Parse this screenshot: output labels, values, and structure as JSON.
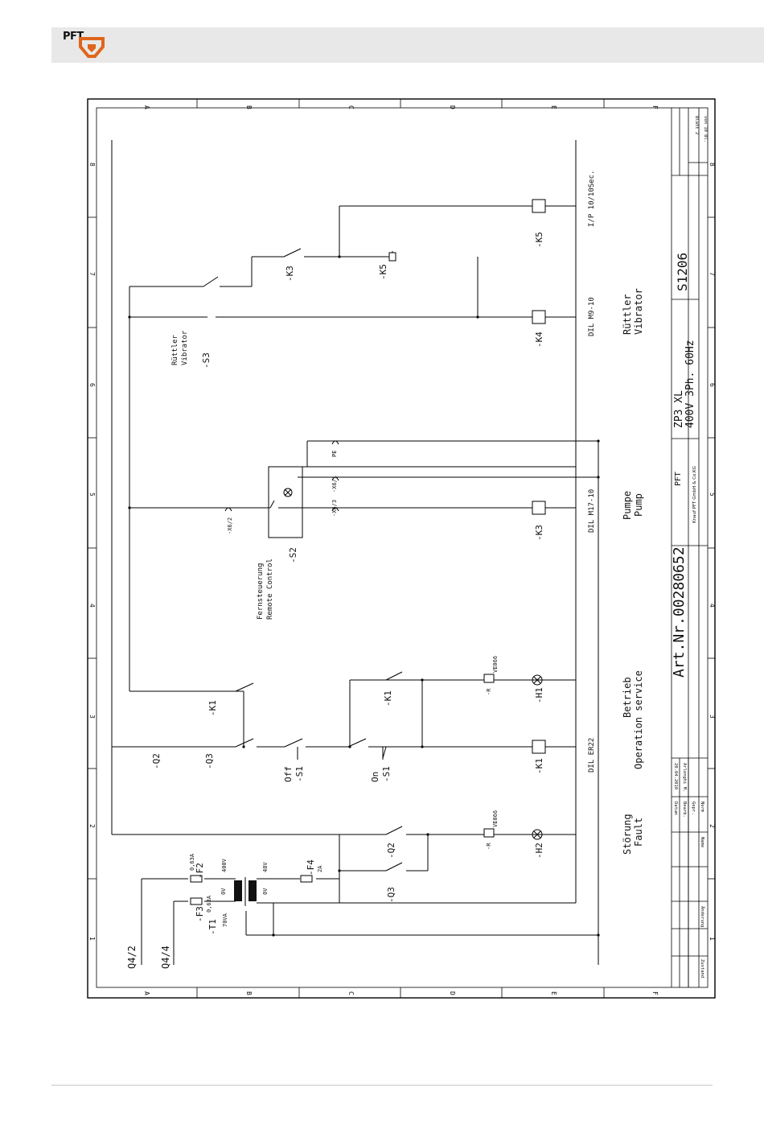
{
  "header": {
    "logo_text": "PFT"
  },
  "frame": {
    "columns": [
      "A",
      "B",
      "C",
      "D",
      "E",
      "F"
    ],
    "rows": [
      "1",
      "2",
      "3",
      "4",
      "5",
      "6",
      "7",
      "8"
    ]
  },
  "inputs": {
    "q42": "Q4/2",
    "q44": "Q4/4"
  },
  "components": {
    "f2": "-F2",
    "f2_rating": "0,63A",
    "f3": "-F3",
    "f3_rating": "0,63A",
    "t1": "-T1",
    "t1_power": "70VA",
    "t1_primary": "400V",
    "t1_secondary": "48V",
    "t1_zero_a": "0V",
    "t1_zero_b": "0V",
    "f4": "-F4",
    "f4_rating": "2A",
    "q3_lower": "-Q3",
    "q2_lower": "-Q2",
    "h2": "-H2",
    "r_h2": "-R",
    "r_h2_type": "VE066",
    "q2_upper": "-Q2",
    "q3_upper": "-Q3",
    "s1_off": "-S1",
    "s1_off_label": "Off",
    "s1_on": "-S1",
    "s1_on_label": "On",
    "k1_coil": "-K1",
    "k1_contactor": "DIL ER22",
    "k1_contact_13": "-K1",
    "h1": "-H1",
    "r_h1": "-R",
    "r_h1_type": "VE066",
    "k1_contact_43": "-K1",
    "s2": "-S2",
    "x6_2": "-X6/2",
    "x6_3": "-X6/3",
    "x6_1": "-X6/1",
    "pe": "PE",
    "k3_coil": "-K3",
    "k3_contactor": "DIL M17-10",
    "s3": "-S3",
    "k3_contact": "-K3",
    "k5_contact": "-K5",
    "k4_coil": "-K4",
    "k4_contactor": "DIL M9-10",
    "k5_coil": "-K5",
    "k5_relay": "I/P 10/10Sec."
  },
  "labels": {
    "fault_de": "Störung",
    "fault_en": "Fault",
    "operation_de": "Betrieb",
    "operation_en": "Operation service",
    "remote_de": "Fernsteuerung",
    "remote_en": "Remote Control",
    "pump_de": "Pumpe",
    "pump_en": "Pump",
    "vibrator_de": "Rüttler",
    "vibrator_en": "Vibrator",
    "s3_de": "Rüttler",
    "s3_en": "Vibrator"
  },
  "title_block": {
    "art_nr": "Art.Nr.00280652",
    "model": "ZP3 XL",
    "spec": "400V 3Ph. 60Hz",
    "drawing_no": "S1206",
    "company_logo": "PFT",
    "company": "Knauf PFT GmbH & Co.KG",
    "sheet": "Blatt 2",
    "sheet_of": "von 10 Bl.",
    "date_label": "Datum",
    "edit_label": "Bearb.",
    "check_label": "Gepr.",
    "norm_label": "Norm",
    "name_label": "Name",
    "change_label": "Änderung",
    "status_label": "Zustand",
    "date_value": "20.04.2010",
    "editor_value": "Arlenghi M."
  }
}
